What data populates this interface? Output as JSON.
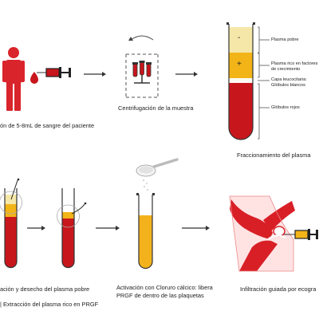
{
  "step1_caption": "ón de 5-8mL de sangre del paciente",
  "step2_caption": "Centrifugación de la muestra",
  "step3_caption": "Fraccionamiento del plasma",
  "tube_labels": {
    "poor_plasma": "Plasma pobre",
    "rich_plasma_line1": "Plasma rico en factores",
    "rich_plasma_line2": "de crecimiento",
    "buffy_line1": "Capa leucocitaria:",
    "buffy_line2": "Glóbulos blancos",
    "red_cells": "Glóbulos rojos"
  },
  "tube_symbols": {
    "minus": "-",
    "plus": "+"
  },
  "step4_caption": "ación y desecho del plasma pobre",
  "figure_caption": "| Extracción del plasma rico en PRGF",
  "step5_caption_line1": "Activación con Cloruro cálcico: libera",
  "step5_caption_line2": "PRGF de dentro de las plaquetas",
  "step6_caption": "Infiltración guiada por ecogra",
  "colors": {
    "blood": "#c8161d",
    "plasma_poor": "#f5e7a8",
    "plasma_rich": "#f2b417",
    "activated_plasma": "#f3b21c",
    "person": "#d9242b",
    "knee_bg": "#ffe3e3"
  }
}
